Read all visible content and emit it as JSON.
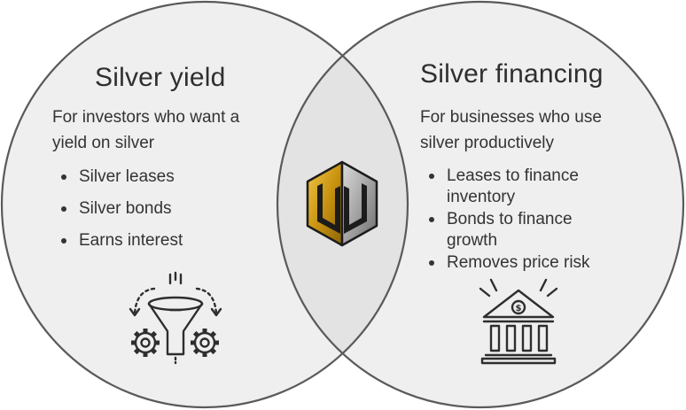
{
  "left": {
    "title": "Silver yield",
    "subtitle_line1": "For investors who want a",
    "subtitle_line2": "yield on silver",
    "bullets": [
      "Silver leases",
      "Silver bonds",
      "Earns interest"
    ],
    "icon": "funnel-gears-icon"
  },
  "right": {
    "title": "Silver financing",
    "subtitle_line1": "For businesses who use",
    "subtitle_line2": "silver productively",
    "bullets": [
      [
        "Leases to finance",
        "inventory"
      ],
      [
        "Bonds to finance",
        "growth"
      ],
      [
        "Removes price risk"
      ]
    ],
    "icon": "bank-icon"
  },
  "center": {
    "icon": "silver-logo-icon"
  },
  "colors": {
    "circle_fill": "#efefef",
    "overlap_fill": "#e3e3e3",
    "circle_stroke": "#5a5a5a",
    "text": "#333333",
    "gold": "#d4a419",
    "silver": "#9a9a9a"
  }
}
